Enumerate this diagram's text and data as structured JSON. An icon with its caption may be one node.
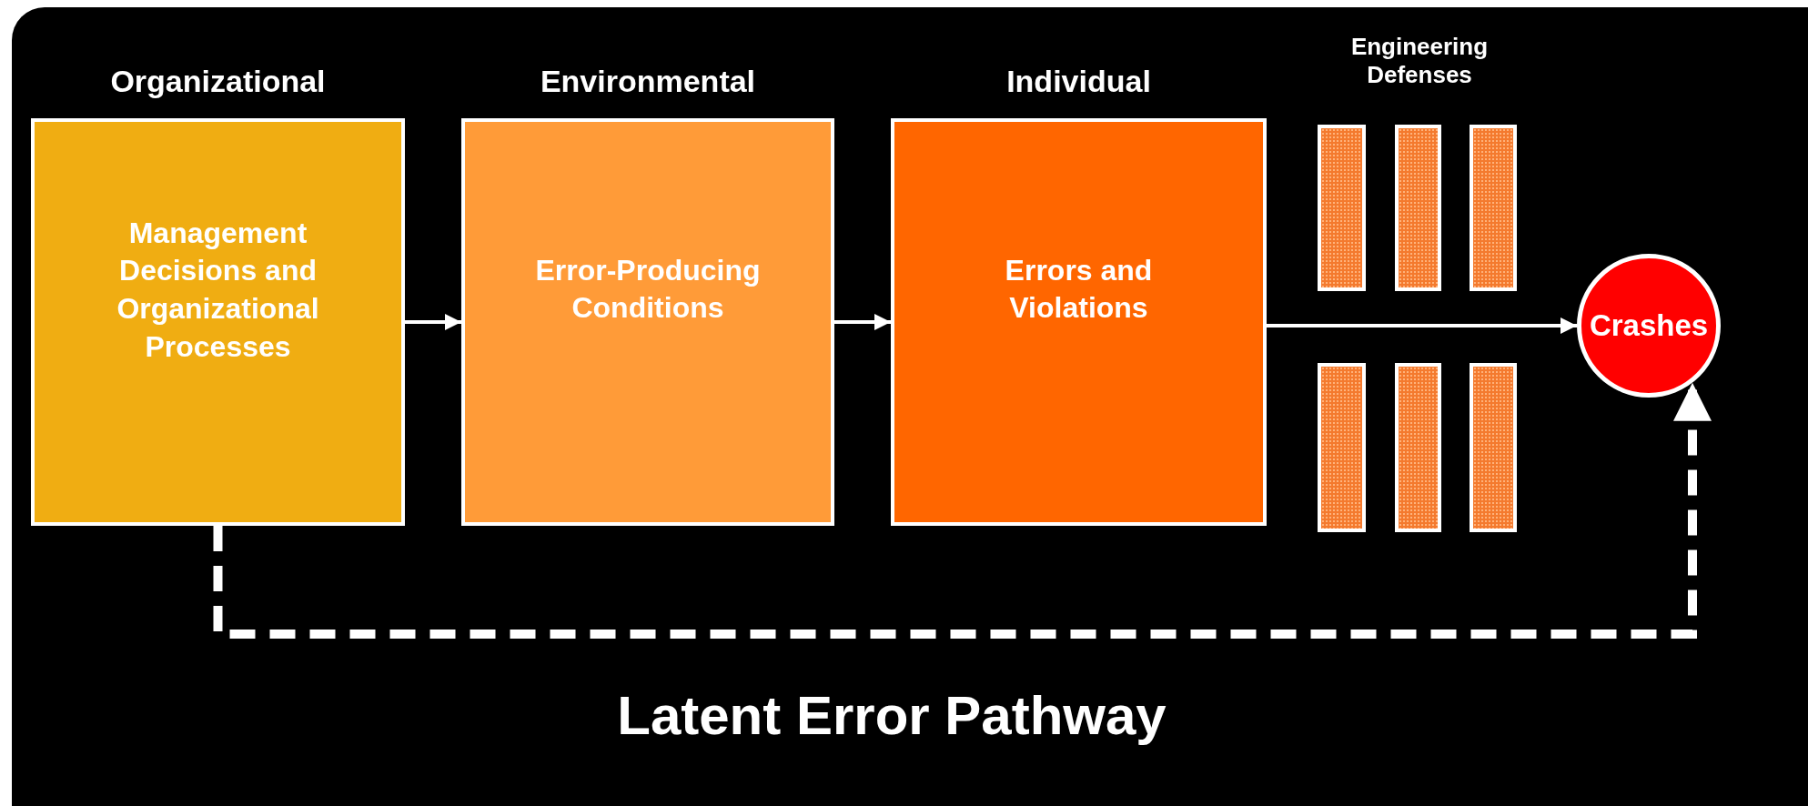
{
  "diagram": {
    "nodes": [
      {
        "text": [
          "Organizational",
          "Management Decisions and Organizational Processes"
        ]
      },
      {
        "text": [
          "Environmental",
          "Error-Producing Conditions"
        ]
      },
      {
        "text": [
          "Individual",
          "Errors and Violations"
        ]
      },
      {
        "text": [],
        "shape": "bar"
      },
      {
        "text": [],
        "shape": "bar"
      },
      {
        "text": [],
        "shape": "bar"
      },
      {
        "text": [],
        "shape": "bar"
      },
      {
        "text": [],
        "shape": "bar"
      },
      {
        "text": [],
        "shape": "bar"
      },
      {
        "text": [
          "Crashes"
        ]
      }
    ],
    "edges": [
      {
        "from": 0,
        "to": 1,
        "arrow": "to"
      },
      {
        "from": 1,
        "to": 2,
        "arrow": "to"
      },
      {
        "from": 2,
        "to": 9,
        "arrow": "to"
      },
      {
        "from": 0,
        "to": 9,
        "arrow": "to",
        "style": "dashed",
        "label": "Latent Error Pathway"
      }
    ],
    "labels": [
      "Engineering Defenses"
    ]
  }
}
